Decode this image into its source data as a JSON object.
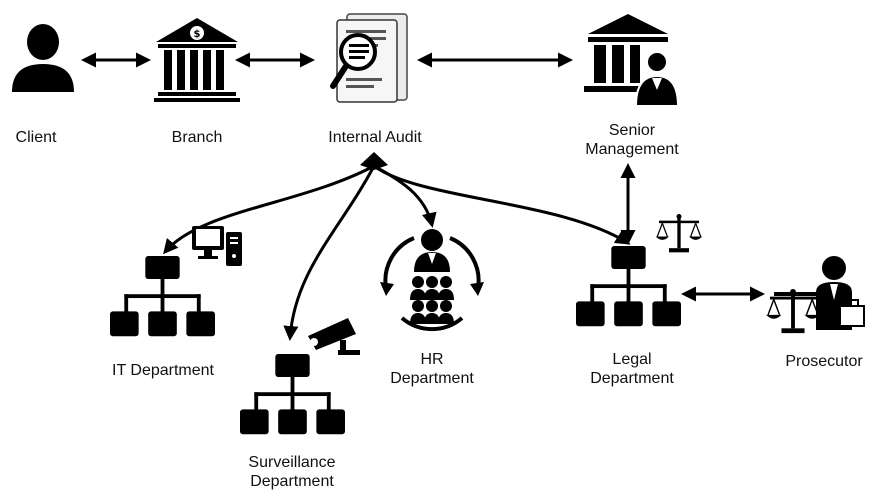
{
  "colors": {
    "ink": "#000000",
    "background": "#ffffff",
    "document_accent": "#e8e8e8"
  },
  "nodes": {
    "client": {
      "label": "Client",
      "icon": "person-icon"
    },
    "branch": {
      "label": "Branch",
      "icon": "bank-icon"
    },
    "internal_audit": {
      "label": "Internal Audit",
      "icon": "audit-document-magnifier-icon"
    },
    "senior_management": {
      "label_line1": "Senior",
      "label_line2": "Management",
      "icon": "bank-with-official-icon"
    },
    "it_department": {
      "label": "IT Department",
      "icon": "org-chart-icon",
      "badge": "computer-icon"
    },
    "surveillance_department": {
      "label_line1": "Surveillance",
      "label_line2": "Department",
      "icon": "org-chart-icon",
      "badge": "security-camera-icon"
    },
    "hr_department": {
      "label_line1": "HR",
      "label_line2": "Department",
      "icon": "people-cycle-icon"
    },
    "legal_department": {
      "label_line1": "Legal",
      "label_line2": "Department",
      "icon": "org-chart-icon",
      "badge": "scales-icon"
    },
    "prosecutor": {
      "label": "Prosecutor",
      "icon": "prosecutor-with-scales-icon"
    }
  },
  "connections": [
    {
      "from": "client",
      "to": "branch",
      "direction": "both"
    },
    {
      "from": "branch",
      "to": "internal_audit",
      "direction": "both"
    },
    {
      "from": "internal_audit",
      "to": "senior_management",
      "direction": "both"
    },
    {
      "from": "internal_audit",
      "to": "it_department",
      "direction": "forward"
    },
    {
      "from": "internal_audit",
      "to": "surveillance_department",
      "direction": "forward"
    },
    {
      "from": "internal_audit",
      "to": "hr_department",
      "direction": "forward"
    },
    {
      "from": "internal_audit",
      "to": "legal_department",
      "direction": "forward"
    },
    {
      "from": "senior_management",
      "to": "legal_department",
      "direction": "both"
    },
    {
      "from": "legal_department",
      "to": "prosecutor",
      "direction": "both"
    }
  ]
}
